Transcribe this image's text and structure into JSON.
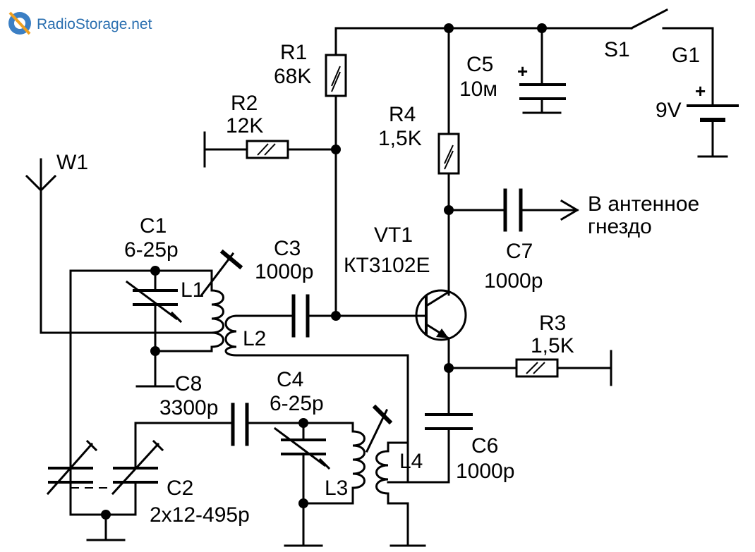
{
  "watermark": {
    "text": "RadioStorage.net",
    "icon": "radiostorage-logo-icon"
  },
  "components": {
    "R1": {
      "ref": "R1",
      "value": "68K"
    },
    "R2": {
      "ref": "R2",
      "value": "12K"
    },
    "R3": {
      "ref": "R3",
      "value": "1,5K"
    },
    "R4": {
      "ref": "R4",
      "value": "1,5K"
    },
    "C1": {
      "ref": "C1",
      "value": "6-25p"
    },
    "C2": {
      "ref": "C2",
      "value": "2x12-495p"
    },
    "C3": {
      "ref": "C3",
      "value": "1000p"
    },
    "C4": {
      "ref": "C4",
      "value": "6-25p"
    },
    "C5": {
      "ref": "C5",
      "value": "10м",
      "polarity": "+"
    },
    "C6": {
      "ref": "C6",
      "value": "1000p"
    },
    "C7": {
      "ref": "C7",
      "value": "1000p"
    },
    "C8": {
      "ref": "C8",
      "value": "3300p"
    },
    "L1": {
      "ref": "L1"
    },
    "L2": {
      "ref": "L2"
    },
    "L3": {
      "ref": "L3"
    },
    "L4": {
      "ref": "L4"
    },
    "VT1": {
      "ref": "VT1",
      "value": "КТ3102Е"
    },
    "W1": {
      "ref": "W1"
    },
    "S1": {
      "ref": "S1"
    },
    "G1": {
      "ref": "G1",
      "value": "9V",
      "polarity": "+"
    }
  },
  "output": {
    "line1": "В антенное",
    "line2": "гнездо"
  }
}
